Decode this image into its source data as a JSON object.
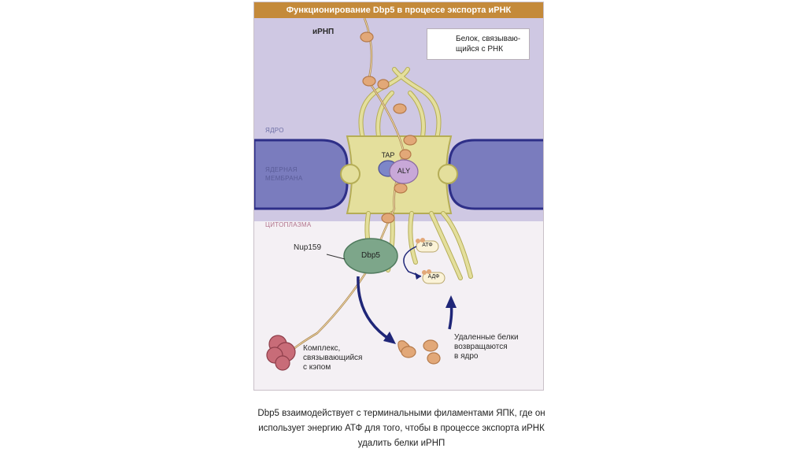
{
  "title": "Функционирование Dbp5 в процессе экспорта иРНК",
  "labels": {
    "mrnp": "иРНП",
    "legend": "Белок, связываю-\nщийся с РНК",
    "nucleus": "ЯДРО",
    "membrane": "ЯДЕРНАЯ\nМЕМБРАНА",
    "cytoplasm": "ЦИТОПЛАЗМА",
    "tap": "TAP",
    "aly": "ALY",
    "nup159": "Nup159",
    "dbp5": "Dbp5",
    "atp": "АТФ",
    "adp": "АДФ",
    "removed_proteins": "Удаленные белки\nвозвращаются\nв ядро",
    "cap_complex": "Комплекс,\nсвязывающийся\nс кэпом"
  },
  "caption": "Dbp5 взаимодействует с терминальными филаментами ЯПК, где он использует энергию АТФ для того, чтобы в процессе экспорта иРНК удалить белки иРНП",
  "colors": {
    "title_bar": "#c48a3a",
    "nucleus": "#cfc8e3",
    "membrane": "#7a7cbe",
    "membrane_edge": "#2e2f88",
    "cytoplasm": "#f4f0f4",
    "pore": "#e4df9c",
    "pore_edge": "#b5ad56",
    "rna_binding_protein": "#e2a878",
    "dbp5": "#7da68a",
    "aly": "#c8a8d8",
    "tap": "#7d86c8",
    "cap_complex": "#c86c78",
    "arrow": "#1f2678"
  }
}
